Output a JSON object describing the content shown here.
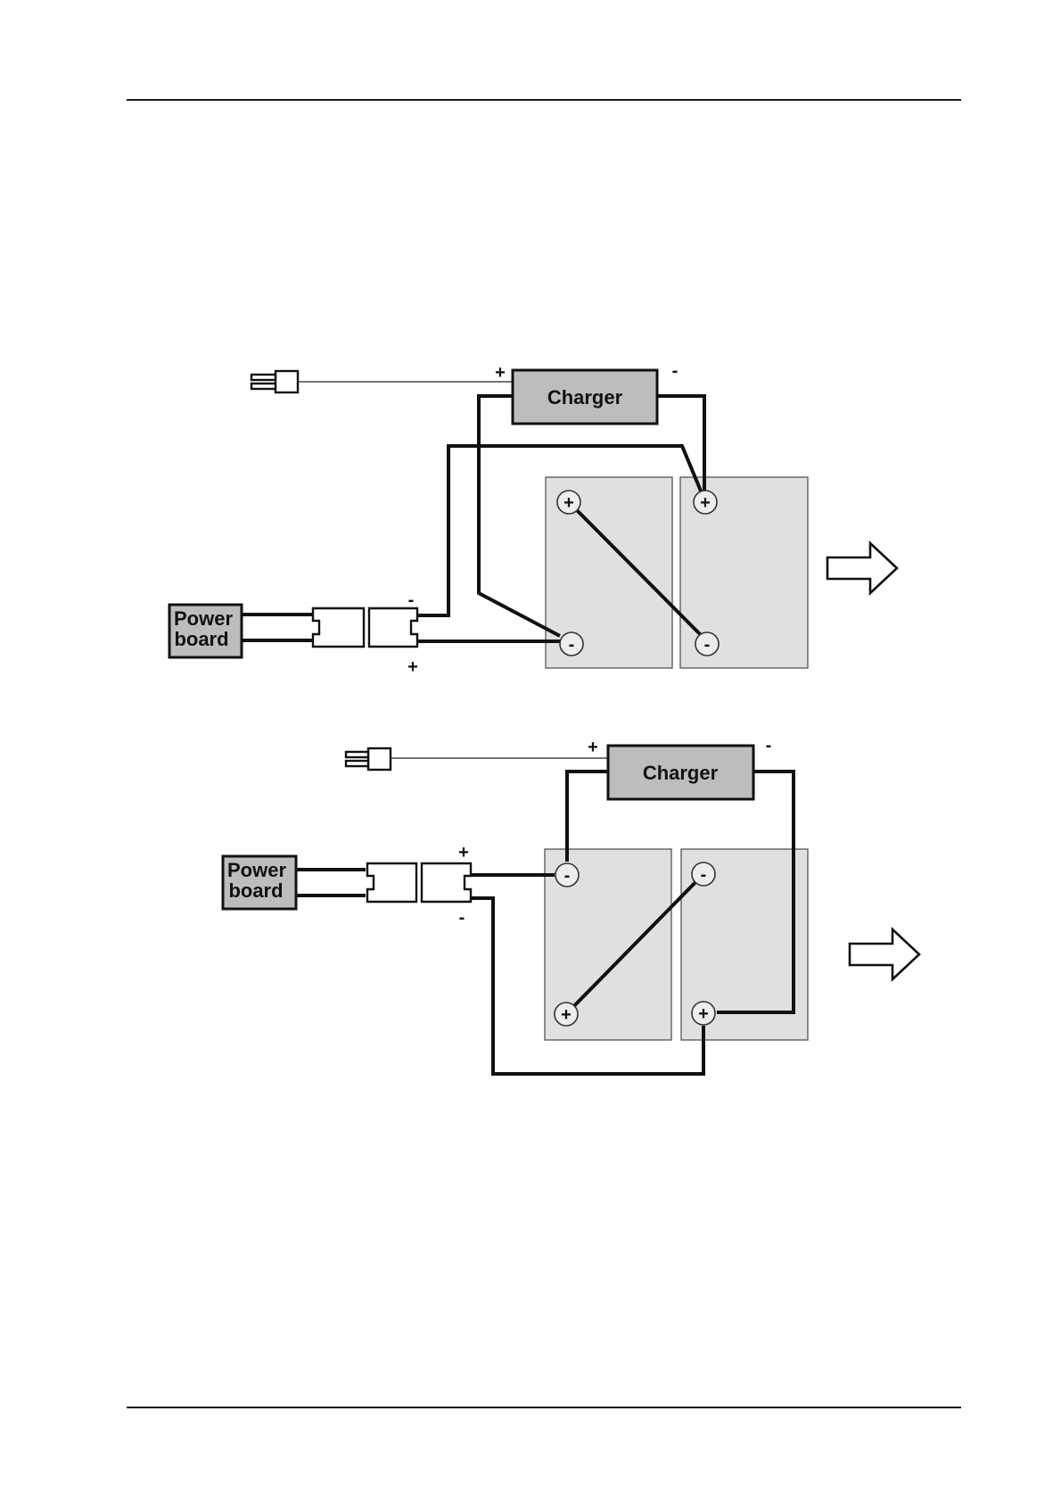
{
  "diagrams": [
    {
      "charger_label": "Charger",
      "power_board_label": [
        "Power",
        "board"
      ],
      "charger_polarity": {
        "plus": "+",
        "minus": "-"
      },
      "connector_polarity": {
        "top": "-",
        "bottom": "+"
      },
      "battery_left_terminals": {
        "top": "+",
        "bottom": "-"
      },
      "battery_right_terminals": {
        "top": "+",
        "bottom": "-"
      }
    },
    {
      "charger_label": "Charger",
      "power_board_label": [
        "Power",
        "board"
      ],
      "charger_polarity": {
        "plus": "+",
        "minus": "-"
      },
      "connector_polarity": {
        "top": "+",
        "bottom": "-"
      },
      "battery_left_terminals": {
        "top": "-",
        "bottom": "+"
      },
      "battery_right_terminals": {
        "top": "-",
        "bottom": "+"
      }
    }
  ],
  "icons": {
    "plug": "mains-plug-icon",
    "arrow": "right-arrow-icon"
  }
}
